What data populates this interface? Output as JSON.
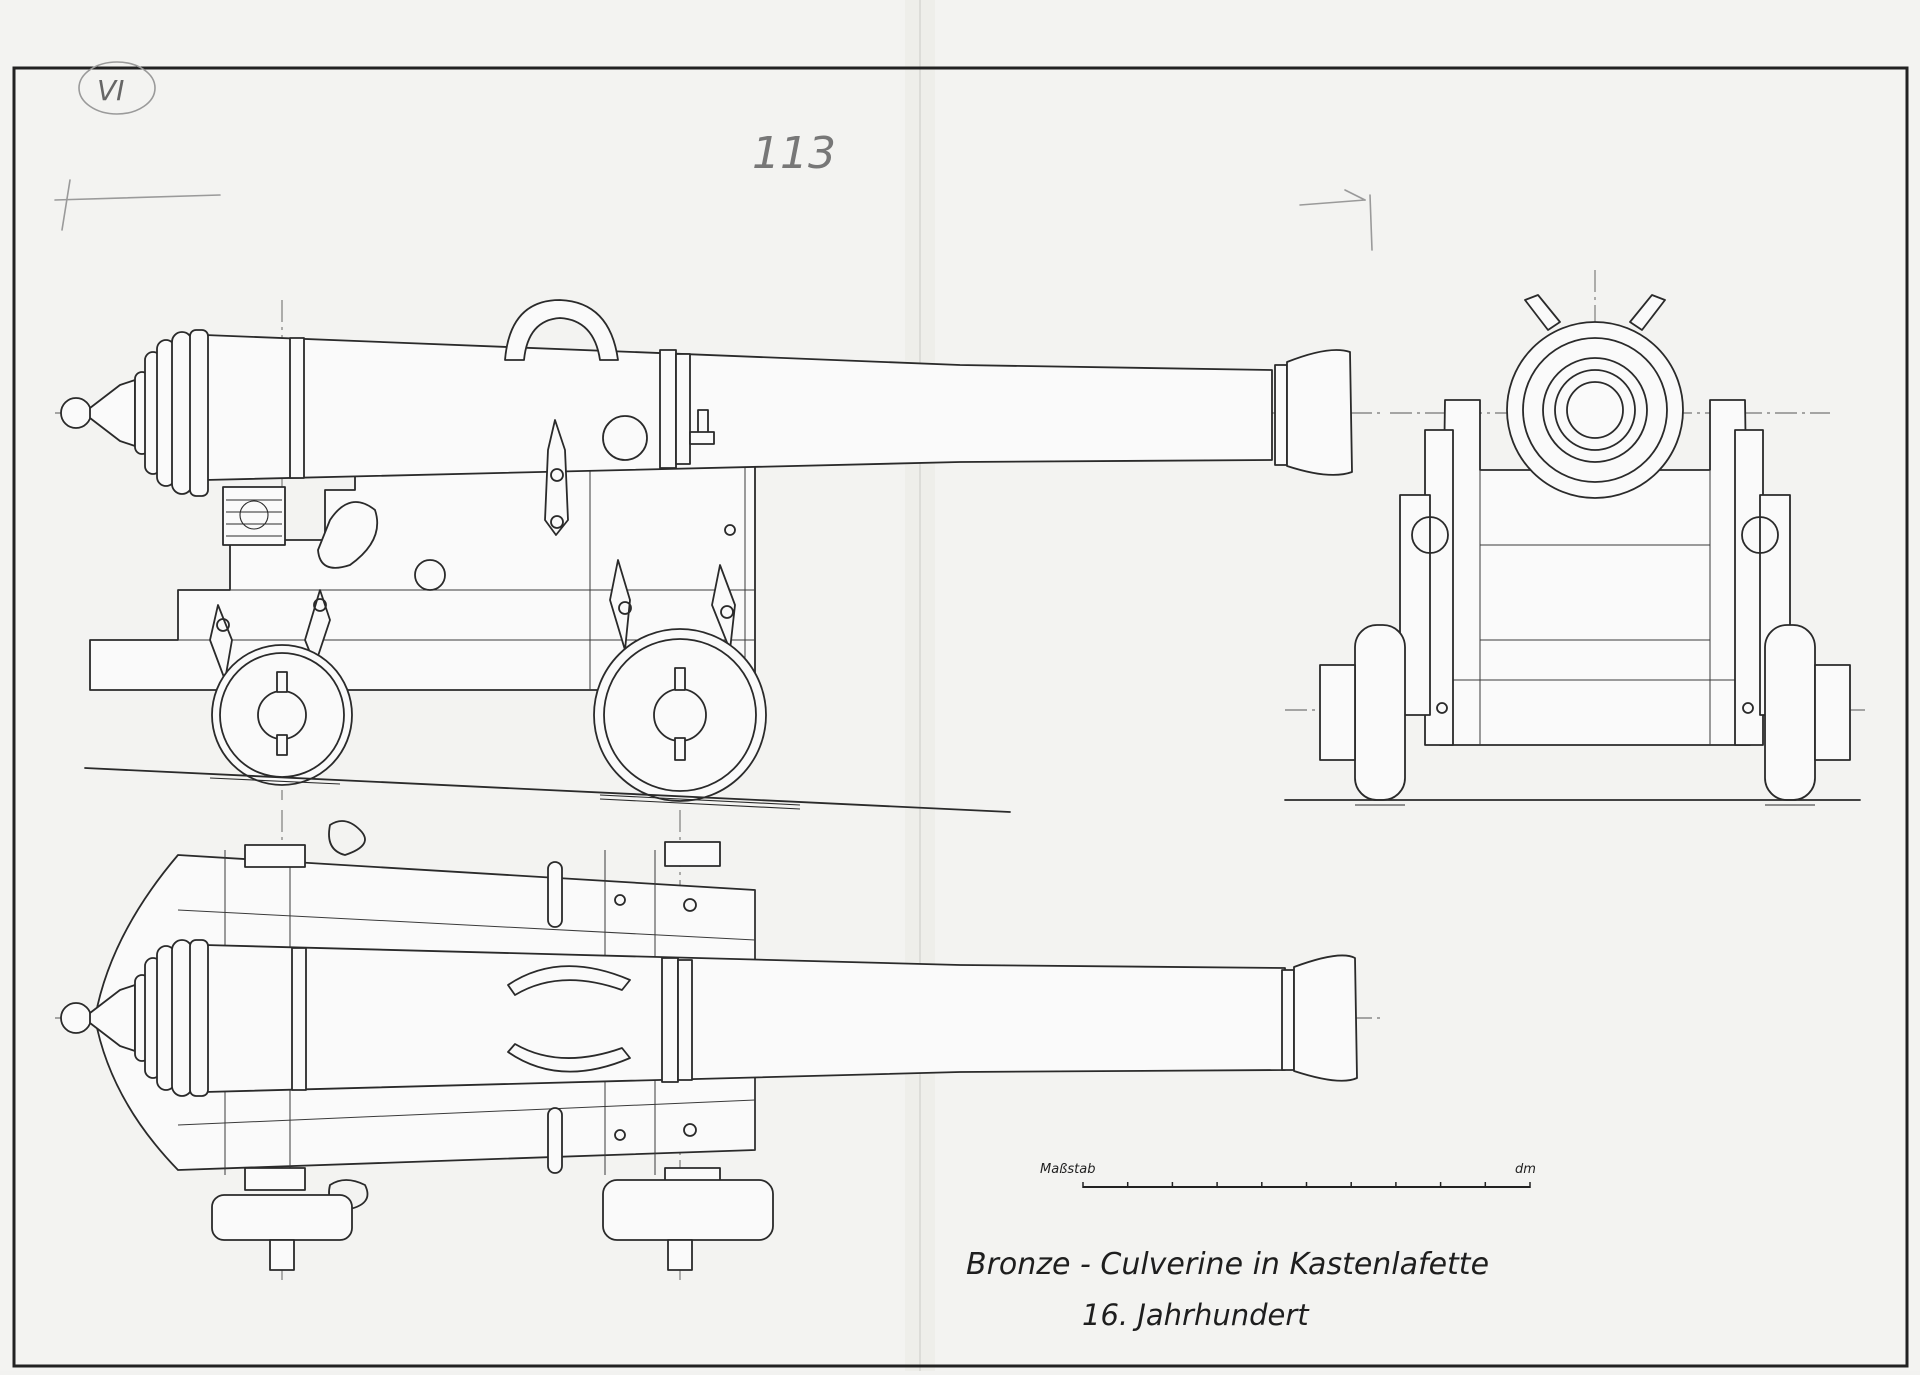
{
  "sheet": {
    "title_line1": "Bronze - Culverine in Kastenlafette",
    "title_line2": "16. Jahrhundert",
    "handwritten_page_number": "113",
    "handwritten_circle_mark": "VI"
  },
  "scale_bar": {
    "label_left": "Maßstab",
    "label_right": "dm",
    "divisions": 10
  },
  "views": [
    "side-elevation",
    "front-elevation",
    "top-plan"
  ]
}
